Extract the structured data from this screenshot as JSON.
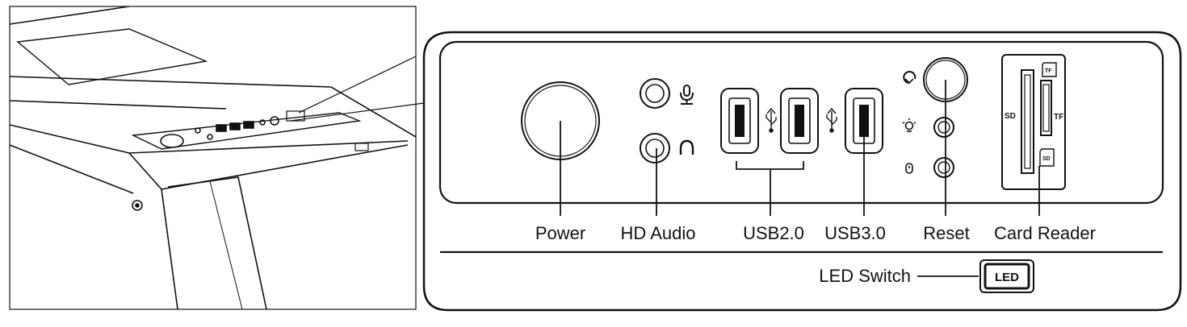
{
  "labels": {
    "power": "Power",
    "hd_audio": "HD Audio",
    "usb2": "USB2.0",
    "usb3": "USB3.0",
    "reset": "Reset",
    "card_reader": "Card Reader",
    "led_switch": "LED Switch"
  },
  "card_reader": {
    "sd_slot": "SD",
    "tf_slot": "TF",
    "tf_badge": "TF",
    "sd_badge": "SD"
  },
  "led_button": "LED"
}
